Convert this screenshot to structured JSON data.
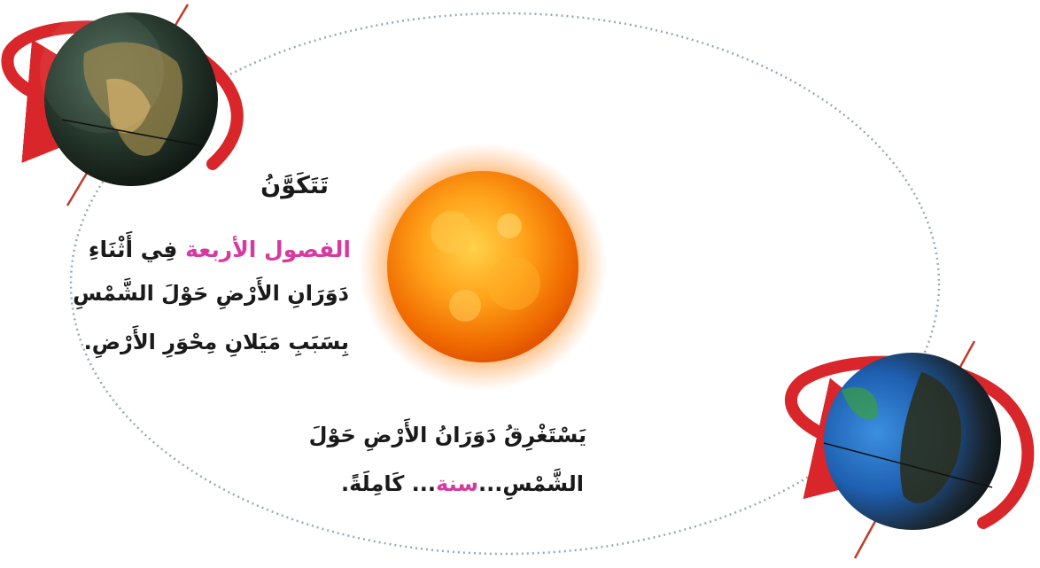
{
  "diagram": {
    "seasons_text": {
      "heading": "تَتَكَوَّنُ",
      "line1_highlight": "الفصول الأربعة",
      "line1_rest": " فِي أَثْنَاءِ",
      "line2": "دَوَرَانِ الأَرْضِ حَوْلَ الشَّمْسِ",
      "line3": "بِسَبَبِ مَيَلانِ مِحْوَرِ الأَرْضِ."
    },
    "year_text": {
      "line1": "يَسْتَغْرِقُ دَوَرَانُ الأَرْضِ حَوْلَ",
      "line2_pre": "الشَّمْسِ...",
      "line2_highlight": "سنة",
      "line2_post": "... كَامِلَةً."
    },
    "colors": {
      "highlight": "#d63aa0",
      "orbit": "#9aa8b4",
      "arrow": "#d9262a",
      "sun": "#ff8a00"
    },
    "icons": [
      "sun-icon",
      "earth-globe-icon",
      "rotation-arrow-icon",
      "axis-line-icon"
    ]
  }
}
